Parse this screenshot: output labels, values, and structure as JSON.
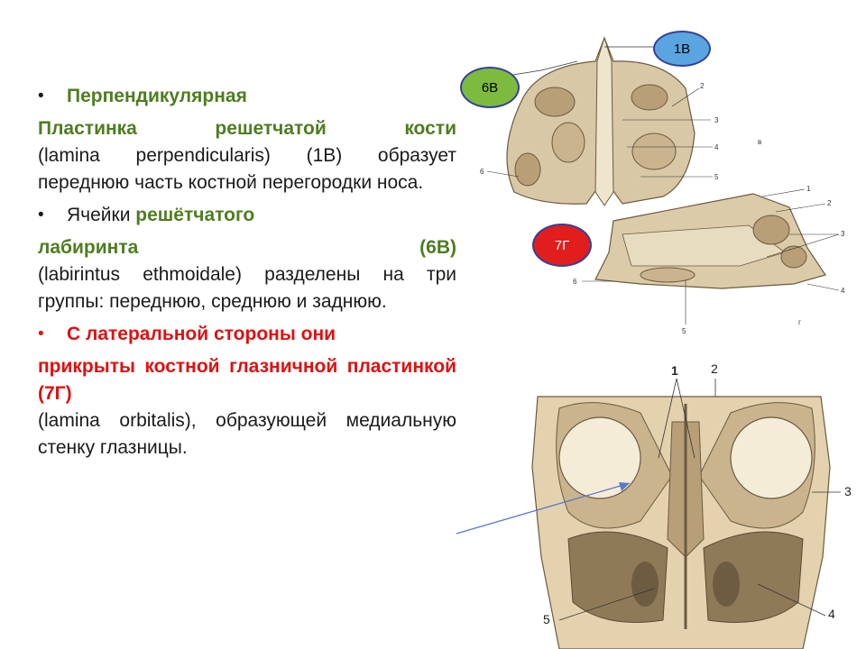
{
  "slide": {
    "bullet_symbol": "•",
    "p1_title": "Перпендикулярная",
    "p1_lead": "Пластинка решетчатой кости",
    "p1_body": "(lamina perpendicularis) (1В) образует переднюю часть костной перегородки носа.",
    "p2_prefix": "Ячейки ",
    "p2_term": "решётчатого",
    "p2_lead": "лабиринта (6В)",
    "p2_body": "(labirintus ethmoidale) разделены на три группы: переднюю, среднюю и заднюю.",
    "p3_title": "С латеральной стороны они",
    "p3_lead": "прикрыты костной глазничной пластинкой (7Г)",
    "p3_body": "(lamina orbitalis), образующей медиальную стенку глазницы."
  },
  "badges": {
    "b1": {
      "label": "1В",
      "color": "#5aa5e0"
    },
    "b6": {
      "label": "6В",
      "color": "#7dbb3e"
    },
    "b7": {
      "label": "7Г",
      "color": "#e21d1d"
    }
  },
  "labels": {
    "fig1": [
      "2",
      "3",
      "4",
      "5",
      "6",
      "в"
    ],
    "fig2": [
      "1",
      "2",
      "3",
      "4",
      "5",
      "6",
      "г"
    ],
    "fig3": [
      "1",
      "2",
      "3",
      "4",
      "5"
    ]
  }
}
